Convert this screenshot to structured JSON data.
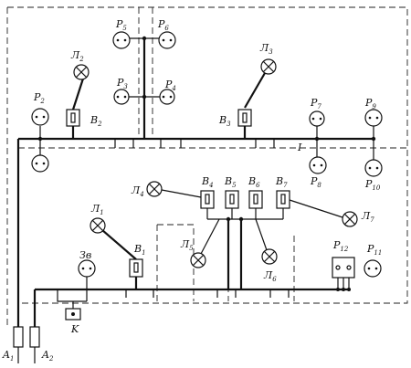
{
  "diagram": {
    "lamp_labels": [
      "Л1",
      "Л2",
      "Л3",
      "Л4",
      "Л5",
      "Л6",
      "Л7"
    ],
    "switch_labels": [
      "B1",
      "B2",
      "B3",
      "B4",
      "B5",
      "B6",
      "B7"
    ],
    "socket_labels": [
      "P2",
      "P3",
      "P4",
      "P5",
      "P6",
      "P7",
      "P8",
      "P9",
      "P10",
      "P11",
      "P12"
    ],
    "other_labels": {
      "bell": "Зв",
      "bell_button": "K",
      "feeder_1": "A1",
      "feeder_2": "A2",
      "room_mark": "I"
    }
  }
}
